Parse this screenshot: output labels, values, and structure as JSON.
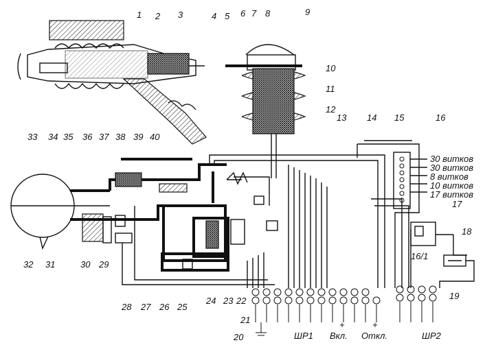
{
  "part_labels": {
    "n1": "1",
    "n2": "2",
    "n3": "3",
    "n4": "4",
    "n5": "5",
    "n6": "6",
    "n7": "7",
    "n8": "8",
    "n9": "9",
    "n10": "10",
    "n11": "11",
    "n12": "12",
    "n13": "13",
    "n14": "14",
    "n15": "15",
    "n16": "16",
    "n17": "17",
    "n18": "18",
    "n19": "19",
    "n20": "20",
    "n21": "21",
    "n22": "22",
    "n23": "23",
    "n24": "24",
    "n25": "25",
    "n26": "26",
    "n27": "27",
    "n28": "28",
    "n29": "29",
    "n30": "30",
    "n31": "31",
    "n32": "32",
    "n33": "33",
    "n34": "34",
    "n35": "35",
    "n36": "36",
    "n37": "37",
    "n38": "38",
    "n39": "39",
    "n40": "40",
    "n16_1": "16/1"
  },
  "winding_labels": [
    "30 витков",
    "30 витков",
    "8 витков",
    "10 витков",
    "17 витков"
  ],
  "connector_labels": {
    "shr1": "ШР1",
    "shr2": "ШР2",
    "on": "Вкл.",
    "off": "Откл."
  }
}
